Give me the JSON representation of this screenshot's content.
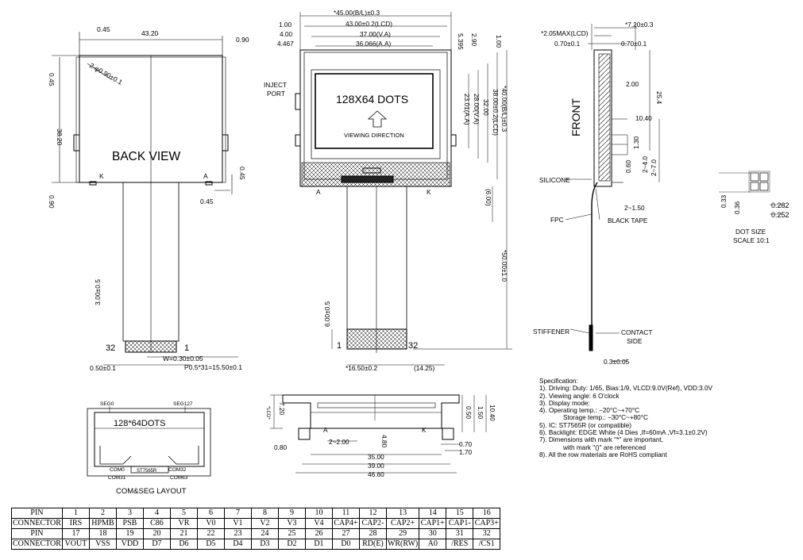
{
  "back_view": {
    "title": "BACK VIEW",
    "dims": {
      "top_left": "0.45",
      "top_width": "43.20",
      "top_right": "0.90",
      "hole": "2-φ0.90±0.1",
      "left_top": "0.45",
      "height": "38.20",
      "left_bottom": "0.90",
      "right_mid": "0.45",
      "bottom_right": "0.45",
      "fpc_len": "3.00±0.5",
      "fpc_left": "0.50±0.1",
      "pin_w": "W=0.30±0.05",
      "pitch": "P0.5*31=15.50±0.1"
    },
    "k": "K",
    "a": "A",
    "pin_first": "32",
    "pin_last": "1"
  },
  "front_view": {
    "display_text": "128X64  DOTS",
    "viewing": "VIEWING DIRECTION",
    "inject_port": [
      "INJECT",
      "PORT"
    ],
    "a": "A",
    "k": "K",
    "pin_first": "1",
    "pin_last": "32",
    "dims": {
      "bl_width": "*45.00(B/L)±0.3",
      "lcd_left": "1.00",
      "lcd_width": "43.00±0.2(LCD)",
      "va_left": "4.00",
      "va_width": "37.00(V.A)",
      "aa_left": "4.467",
      "aa_width": "36.066(A.A)",
      "r_5395": "5.395",
      "r_290": "2.90",
      "r_100": "1.00",
      "h_aa": "23.01(A.A)",
      "h_va": "28.00(V.A)",
      "h_32": "32.00",
      "h_lcd": "38.00±0.2(LCD)",
      "h_bl": "*40.00(B/L)±0.3",
      "h_600": "(6.00)",
      "h_total": "*50.00±1.0",
      "fpc_len": "6.00±0.5",
      "fpc_w": "*16.50±0.2",
      "fpc_off": "(14.25)"
    }
  },
  "side_view": {
    "front": "FRONT",
    "silicone": "SILICONE",
    "fpc": "FPC",
    "black_tape": "BLACK TAPE",
    "stiffener": "STIFFENER",
    "contact_side": [
      "CONTACT",
      "SIDE"
    ],
    "dims": {
      "max_lcd": "*2.05MAX(LCD)",
      "total": "*7.20±0.3",
      "l_070": "0.70±0.1",
      "r_070": "0.70±0.1",
      "d_200": "2.00",
      "d_254": "25.4",
      "d_1040": "10.40",
      "d_130": "1.30",
      "d_060": "0.60",
      "d_240": "2~4.0",
      "d_270": "2~7.0",
      "d_150": "2~1.50",
      "d_030": "0.3±0.05"
    }
  },
  "dot_size": {
    "label": [
      "DOT SIZE",
      "SCALE 10:1"
    ],
    "d_033": "0.33",
    "d_036": "0.36",
    "d_0282": "0.282",
    "d_0252": "0.252"
  },
  "com_seg": {
    "seg0": "SEG0",
    "seg127": "SEG127",
    "dots": "128*64DOTS",
    "com0": "COM0",
    "com32": "COM32",
    "com31": "COM31",
    "com63": "COM63",
    "ic": "ST7565R",
    "caption": "COM&SEG  LAYOUT"
  },
  "bottom_view": {
    "d_720": "7.20",
    "d_lcd": "*LCD*",
    "d_050": "0.50",
    "d_150": "1.50",
    "d_1040": "10.40",
    "d_480": "4.80",
    "d_080": "0.80",
    "d_200": "2~2.00",
    "d_3500": "35.00",
    "d_3900": "39.00",
    "d_4660": "46.60",
    "d_070": "0.70",
    "d_170": "1.70",
    "a": "A",
    "k": "K"
  },
  "specification": {
    "title": "Specification:",
    "items": [
      "1). Driving: Duty: 1/65, Bias:1/9, VLCD:9.0V(Ref), VDD:3.0V",
      "2). Viewing angle: 6 O'clock",
      "3). Display mode:",
      "4). Operating temp.: −20°C~+70°C",
      "Storage temp.:   −30°C~+80°C",
      "5). IC: ST7565R (or compatible)",
      "6). Backlight: EDGE White (4 Dies ,If=60mA ,Vf=3.1±0.2V)",
      "7). Dimensions with mark \"*\" are important,",
      "with mark \"()\" are referenced",
      "8). All the row materials are RoHS compliant"
    ]
  },
  "pin_table": {
    "row_labels": [
      "PIN",
      "CONNECTOR",
      "PIN",
      "CONNECTOR"
    ],
    "pins_1": [
      "1",
      "2",
      "3",
      "4",
      "5",
      "6",
      "7",
      "8",
      "9",
      "10",
      "11",
      "12",
      "13",
      "14",
      "15",
      "16"
    ],
    "conn_1": [
      "IRS",
      "HPMB",
      "PSB",
      "C86",
      "VR",
      "V0",
      "V1",
      "V2",
      "V3",
      "V4",
      "CAP4+",
      "CAP2-",
      "CAP2+",
      "CAP1+",
      "CAP1-",
      "CAP3+"
    ],
    "pins_2": [
      "17",
      "18",
      "19",
      "20",
      "21",
      "22",
      "23",
      "24",
      "25",
      "26",
      "27",
      "28",
      "29",
      "30",
      "31",
      "32"
    ],
    "conn_2": [
      "VOUT",
      "VSS",
      "VDD",
      "D7",
      "D6",
      "D5",
      "D4",
      "D3",
      "D2",
      "D1",
      "D0",
      "RD(E)",
      "WR(RW)",
      "A0",
      "/RES",
      "/CS1"
    ]
  }
}
